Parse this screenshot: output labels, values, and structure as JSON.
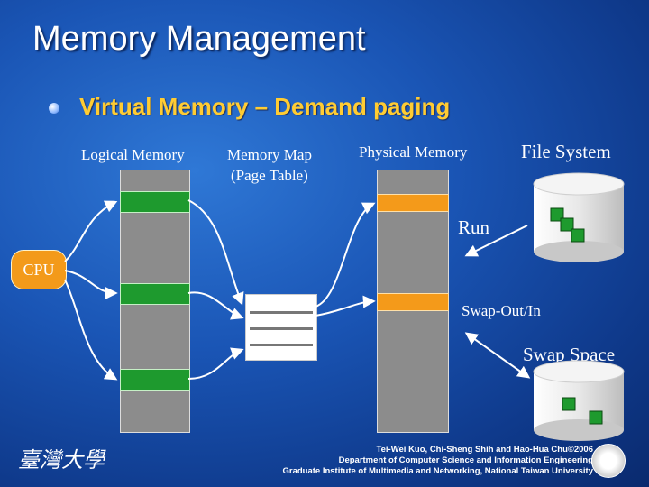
{
  "slide": {
    "title": "Memory Management",
    "subtitle": "Virtual Memory – Demand paging"
  },
  "labels": {
    "logical_memory": "Logical Memory",
    "memory_map_line1": "Memory Map",
    "memory_map_line2": "(Page Table)",
    "physical_memory": "Physical Memory",
    "file_system": "File System",
    "cpu": "CPU",
    "run": "Run",
    "swap_out_in": "Swap-Out/In",
    "swap_space": "Swap Space"
  },
  "credits": {
    "line1": "Tei-Wei Kuo, Chi-Sheng Shih and Hao-Hua Chu©2006",
    "line2": "Department of Computer Science and Information Engineering",
    "line3": "Graduate Institute of Multimedia and Networking, National Taiwan University"
  },
  "logo": {
    "text": "臺灣大學"
  },
  "colors": {
    "title": "#ffffff",
    "subtitle": "#ffcc33",
    "page_green": "#1e9a2e",
    "frame_orange": "#f49a1a",
    "cpu_orange": "#f39a1a"
  },
  "icons": [
    "bullet-icon",
    "disk-cylinder-icon",
    "university-seal-icon"
  ]
}
